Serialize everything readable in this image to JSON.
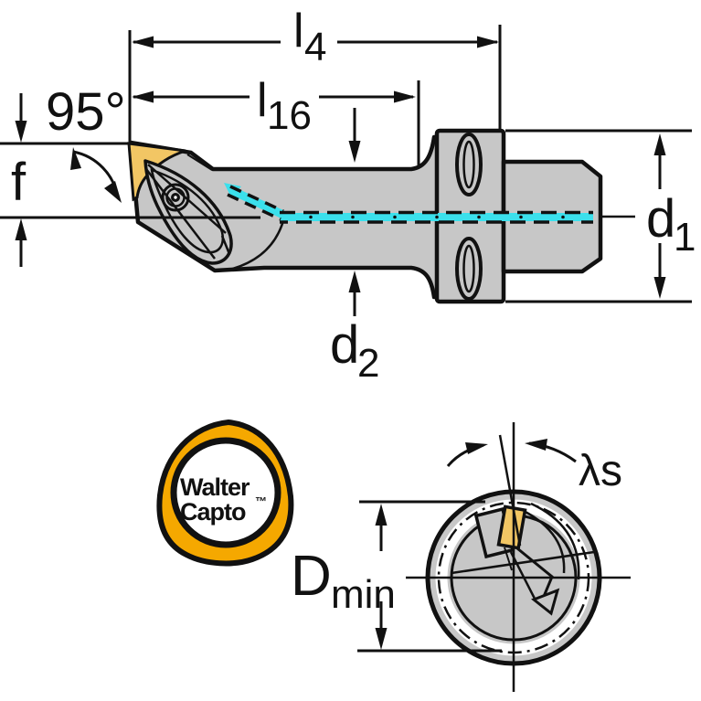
{
  "diagram": {
    "type": "technical-drawing",
    "side_view": {
      "angle_label": "95°",
      "offset_label": "f",
      "dim_l4": {
        "base": "l",
        "sub": "4"
      },
      "dim_l16": {
        "base": "l",
        "sub": "16"
      },
      "dim_d1": {
        "base": "d",
        "sub": "1"
      },
      "dim_d2": {
        "base": "d",
        "sub": "2"
      }
    },
    "end_view": {
      "dim_dmin": {
        "base": "D",
        "sub": "min"
      },
      "inclination_label": "λs"
    },
    "logo": {
      "line1": "Walter",
      "line2": "Capto",
      "trademark": "™"
    },
    "colors": {
      "body_gray": "#c7c7c7",
      "insert_yellow": "#f2c664",
      "coolant_cyan": "#3be0ec",
      "logo_orange": "#f5a800",
      "line_black": "#111111",
      "background": "#ffffff"
    }
  }
}
